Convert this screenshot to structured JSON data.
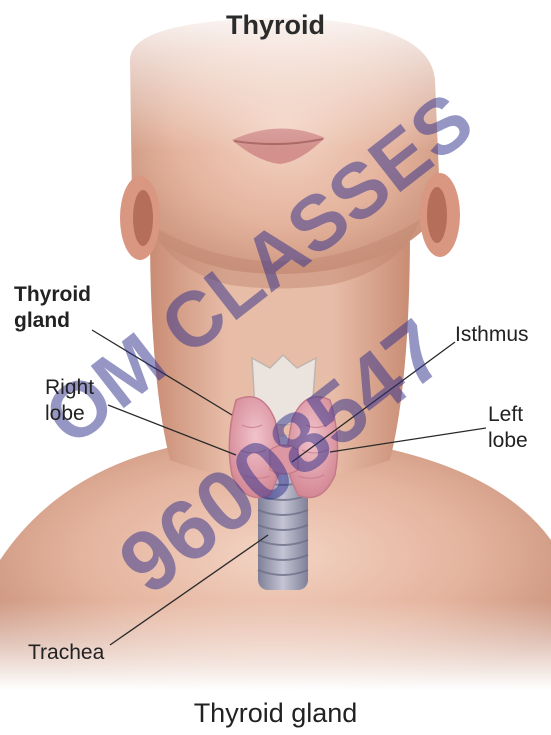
{
  "title": "Thyroid",
  "labels": {
    "thyroid_gland": [
      "Thyroid",
      "gland"
    ],
    "isthmus": "Isthmus",
    "right_lobe": [
      "Right",
      "lobe"
    ],
    "left_lobe": [
      "Left",
      "lobe"
    ],
    "trachea": "Trachea"
  },
  "caption": "Thyroid gland",
  "watermark": {
    "lines": [
      "OM CLASSES",
      "96008547"
    ],
    "color": "#2f2f8c"
  },
  "colors": {
    "skin": "#e6b9a4",
    "skin_shadow": "#b7826c",
    "lips": "#d88f8c",
    "gland": "#e2a2ad",
    "cartilage": "#e8e2df",
    "trachea": "#9ea0b5"
  }
}
